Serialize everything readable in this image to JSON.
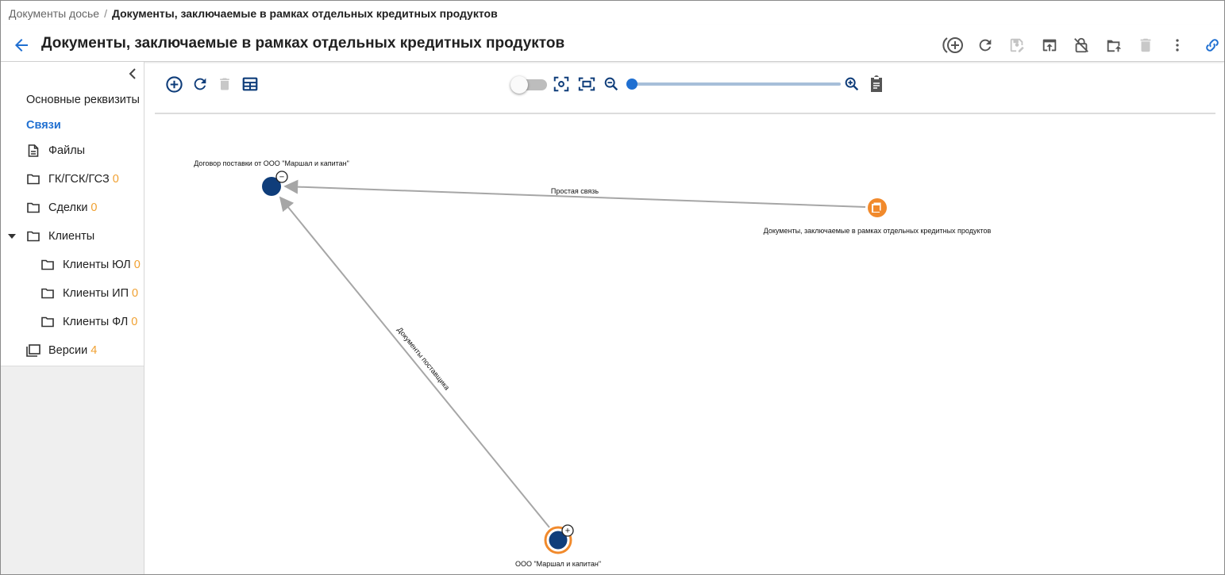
{
  "breadcrumb": {
    "parent": "Документы досье",
    "separator": "/",
    "current": "Документы, заключаемые в рамках отдельных кредитных продуктов"
  },
  "header": {
    "title": "Документы, заключаемые в рамках отдельных кредитных продуктов",
    "icons": [
      "add-link-icon",
      "refresh-icon",
      "save-edit-icon",
      "open-in-window-icon",
      "unlock-icon",
      "folder-upload-icon",
      "delete-icon",
      "more-vert-icon",
      "link-icon"
    ]
  },
  "sidebar": {
    "items": [
      {
        "label": "Основные реквизиты",
        "count": null,
        "icon": null
      },
      {
        "label": "Связи",
        "count": null,
        "icon": null,
        "active": true
      },
      {
        "label": "Файлы",
        "count": null,
        "icon": "document-icon"
      },
      {
        "label": "ГК/ГСК/ГСЗ",
        "count": "0",
        "icon": "folder-icon"
      },
      {
        "label": "Сделки",
        "count": "0",
        "icon": "folder-icon"
      },
      {
        "label": "Клиенты",
        "count": null,
        "icon": "folder-icon",
        "expanded": true
      },
      {
        "label": "Клиенты ЮЛ",
        "count": "0",
        "icon": "folder-icon"
      },
      {
        "label": "Клиенты ИП",
        "count": "0",
        "icon": "folder-icon"
      },
      {
        "label": "Клиенты ФЛ",
        "count": "0",
        "icon": "folder-icon"
      },
      {
        "label": "Версии",
        "count": "4",
        "icon": "versions-icon"
      }
    ]
  },
  "toolbar": {
    "left_icons": [
      "add-circle-icon",
      "refresh-icon",
      "delete-icon",
      "table-icon"
    ],
    "center_icons": [
      "focus-icon",
      "fit-screen-icon",
      "zoom-out-icon",
      "zoom-in-icon",
      "clipboard-icon"
    ],
    "toggle_on": false,
    "zoom_level": 0.0
  },
  "graph": {
    "nodes": [
      {
        "id": "contract",
        "label": "Договор поставки от ООО \"Маршал и капитан\"",
        "badge": "−"
      },
      {
        "id": "docs",
        "label": "Документы, заключаемые в рамках отдельных кредитных продуктов",
        "badge": null
      },
      {
        "id": "company",
        "label": "ООО \"Маршал и капитан\"",
        "badge": "+"
      }
    ],
    "edges": [
      {
        "from": "docs",
        "to": "contract",
        "label": "Простая связь"
      },
      {
        "from": "company",
        "to": "contract",
        "label": "Документы поставщика"
      }
    ]
  },
  "colors": {
    "accent": "#1f6fd1",
    "node_dark": "#0f3d7a",
    "node_orange": "#f18a2c",
    "count": "#f0a030",
    "edge": "#a6a6a6",
    "icon_navy": "#0f3d7a"
  }
}
